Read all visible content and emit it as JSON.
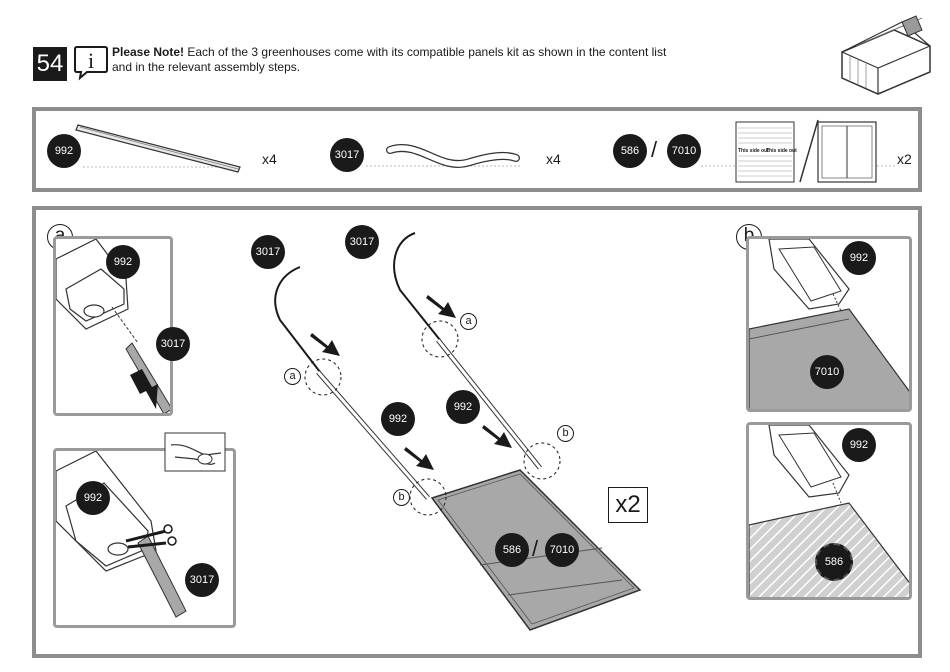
{
  "header": {
    "step_number": "54",
    "note_bold": "Please Note!",
    "note_text": " Each of the 3 greenhouses come with its compatible panels kit as shown in the content list and in the relevant assembly steps."
  },
  "kit": {
    "items": [
      {
        "part": "992",
        "qty": "x4"
      },
      {
        "part": "3017",
        "qty": "x4"
      },
      {
        "parts": [
          "586",
          "7010"
        ],
        "separator": "/",
        "qty": "x2"
      }
    ],
    "panel_label_left": "This side out",
    "panel_label_right": "This side out"
  },
  "detail_a": {
    "letter": "a",
    "top_parts": [
      "992",
      "3017"
    ],
    "bottom_parts": [
      "992",
      "3017"
    ]
  },
  "center": {
    "left_parts": {
      "tube": "3017",
      "profile": "992"
    },
    "right_parts": {
      "tube": "3017",
      "profile": "992"
    },
    "callouts": [
      "a",
      "b",
      "a",
      "b"
    ],
    "panel_parts": [
      "586",
      "7010"
    ],
    "separator": "/",
    "multiplier": "x2"
  },
  "detail_b": {
    "letter": "b",
    "top_parts": [
      "992",
      "7010"
    ],
    "bottom_parts": [
      "992",
      "586"
    ]
  },
  "colors": {
    "badge": "#1a1a1a",
    "frame": "#8d8d8d",
    "panel_grey": "#a8a8a8"
  }
}
